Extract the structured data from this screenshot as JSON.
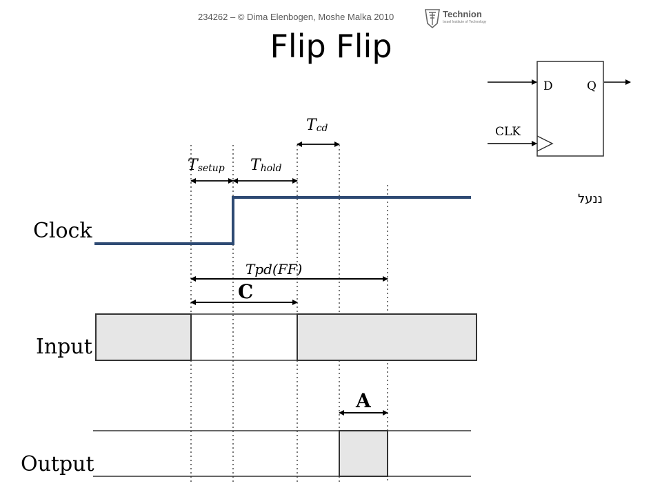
{
  "header": {
    "copyright": "234262 – © Dima Elenbogen, Moshe Malka 2010",
    "logo_text": "Technion",
    "logo_subtext": "Israel Institute of Technology"
  },
  "slide": {
    "title": "Flip Flip",
    "hebrew_label": "ננעל"
  },
  "flipflop": {
    "in_d": "D",
    "out_q": "Q",
    "in_clk": "CLK"
  },
  "timing": {
    "t_cd": {
      "main": "T",
      "sub": "cd"
    },
    "t_setup": {
      "main": "T",
      "sub": "setup"
    },
    "t_hold": {
      "main": "T",
      "sub": "hold"
    },
    "t_pd": "Tpd(FF)",
    "label_c": "C",
    "label_a": "A",
    "signal_clock": "Clock",
    "signal_input": "Input",
    "signal_output": "Output"
  },
  "colors": {
    "clock_line": "#2e4a73",
    "box_fill": "#e6e6e6",
    "gray_text": "#595959"
  }
}
